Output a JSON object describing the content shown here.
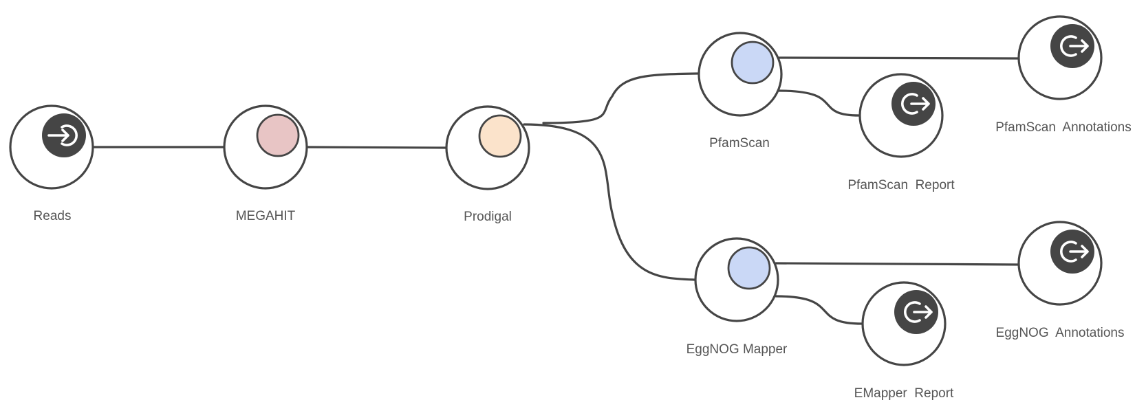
{
  "workflow": {
    "colors": {
      "stroke": "#454545",
      "label": "#555555",
      "megahit_tool": "#e8c5c5",
      "prodigal_tool": "#fbe3cb",
      "pfamscan_tool": "#cad8f6",
      "eggnog_tool": "#cad8f6"
    },
    "nodes": [
      {
        "id": "reads",
        "label": "Reads",
        "kind": "input",
        "icon": "login-arrow-icon"
      },
      {
        "id": "megahit",
        "label": "MEGAHIT",
        "kind": "tool",
        "color": "#e8c5c5"
      },
      {
        "id": "prodigal",
        "label": "Prodigal",
        "kind": "tool",
        "color": "#fbe3cb"
      },
      {
        "id": "pfamscan",
        "label": "PfamScan",
        "kind": "tool",
        "color": "#cad8f6"
      },
      {
        "id": "pfamscan_report",
        "label": "PfamScan  Report",
        "kind": "output",
        "icon": "logout-arrow-icon"
      },
      {
        "id": "pfamscan_annotations",
        "label": "PfamScan  Annotations",
        "kind": "output",
        "icon": "logout-arrow-icon"
      },
      {
        "id": "eggnog",
        "label": "EggNOG Mapper",
        "kind": "tool",
        "color": "#cad8f6"
      },
      {
        "id": "emapper_report",
        "label": "EMapper  Report",
        "kind": "output",
        "icon": "logout-arrow-icon"
      },
      {
        "id": "eggnog_annotations",
        "label": "EggNOG  Annotations",
        "kind": "output",
        "icon": "logout-arrow-icon"
      }
    ],
    "edges": [
      {
        "from": "reads",
        "to": "megahit"
      },
      {
        "from": "megahit",
        "to": "prodigal"
      },
      {
        "from": "prodigal",
        "to": "pfamscan"
      },
      {
        "from": "prodigal",
        "to": "eggnog"
      },
      {
        "from": "pfamscan",
        "to": "pfamscan_annotations"
      },
      {
        "from": "pfamscan",
        "to": "pfamscan_report"
      },
      {
        "from": "eggnog",
        "to": "eggnog_annotations"
      },
      {
        "from": "eggnog",
        "to": "emapper_report"
      }
    ]
  }
}
